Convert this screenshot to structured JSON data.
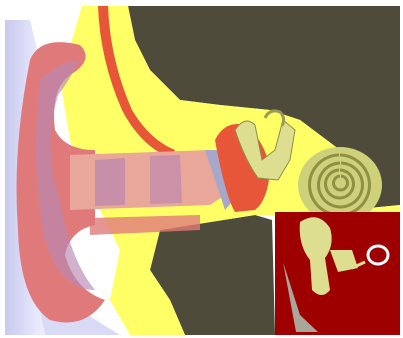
{
  "diagram": {
    "type": "ear-anatomy-cross-section",
    "labels": [],
    "parts": [
      {
        "id": "outer-ear-pinna",
        "color": "#e07a7a"
      },
      {
        "id": "ear-canal",
        "color": "#e9a79a"
      },
      {
        "id": "eardrum",
        "color": "#a7a7c9"
      },
      {
        "id": "ossicles",
        "color": "#dede90"
      },
      {
        "id": "cochlea",
        "color": "#cfd07a"
      },
      {
        "id": "skull-bone",
        "color": "#ffff66"
      },
      {
        "id": "brain-cavity",
        "color": "#4f4b3b"
      },
      {
        "id": "inset-panel",
        "color": "#9e0000"
      }
    ],
    "inset": {
      "shows": [
        "ossicles-closeup",
        "eardrum"
      ]
    }
  }
}
